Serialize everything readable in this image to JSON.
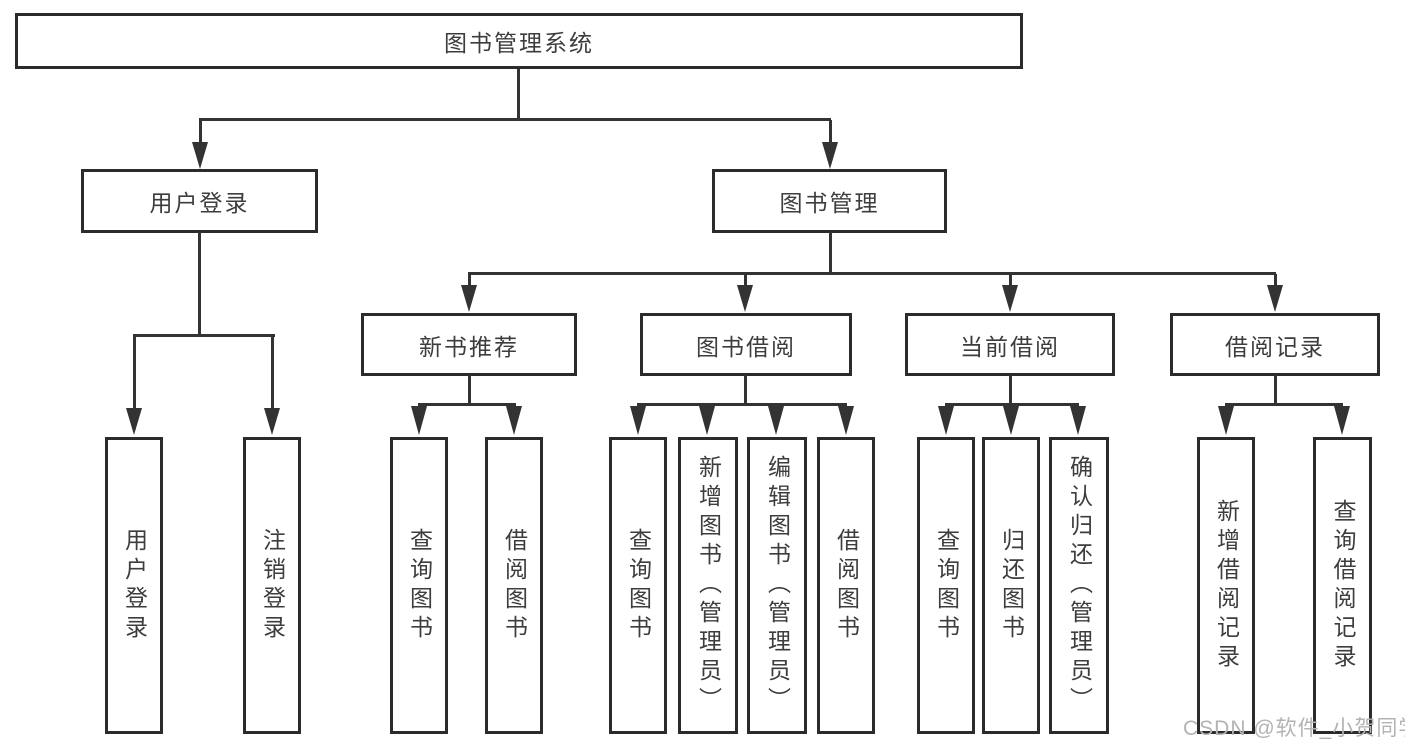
{
  "diagram": {
    "colors": {
      "line": "#333333",
      "box_border": "#2b2b2b",
      "text": "#3d3d3d",
      "watermark_text": "#b3b3b3",
      "background": "#ffffff"
    },
    "tree": {
      "label": "图书管理系统",
      "children": [
        {
          "label": "用户登录",
          "children": [
            {
              "label": "用户登录"
            },
            {
              "label": "注销登录"
            }
          ]
        },
        {
          "label": "图书管理",
          "children": [
            {
              "label": "新书推荐",
              "children": [
                {
                  "label": "查询图书"
                },
                {
                  "label": "借阅图书"
                }
              ]
            },
            {
              "label": "图书借阅",
              "children": [
                {
                  "label": "查询图书"
                },
                {
                  "label": "新增图书（管理员）"
                },
                {
                  "label": "编辑图书（管理员）"
                },
                {
                  "label": "借阅图书"
                }
              ]
            },
            {
              "label": "当前借阅",
              "children": [
                {
                  "label": "查询图书"
                },
                {
                  "label": "归还图书"
                },
                {
                  "label": "确认归还（管理员）"
                }
              ]
            },
            {
              "label": "借阅记录",
              "children": [
                {
                  "label": "新增借阅记录"
                },
                {
                  "label": "查询借阅记录"
                }
              ]
            }
          ]
        }
      ]
    },
    "watermark": {
      "text": "CSDN @软件_小贺同学"
    }
  }
}
